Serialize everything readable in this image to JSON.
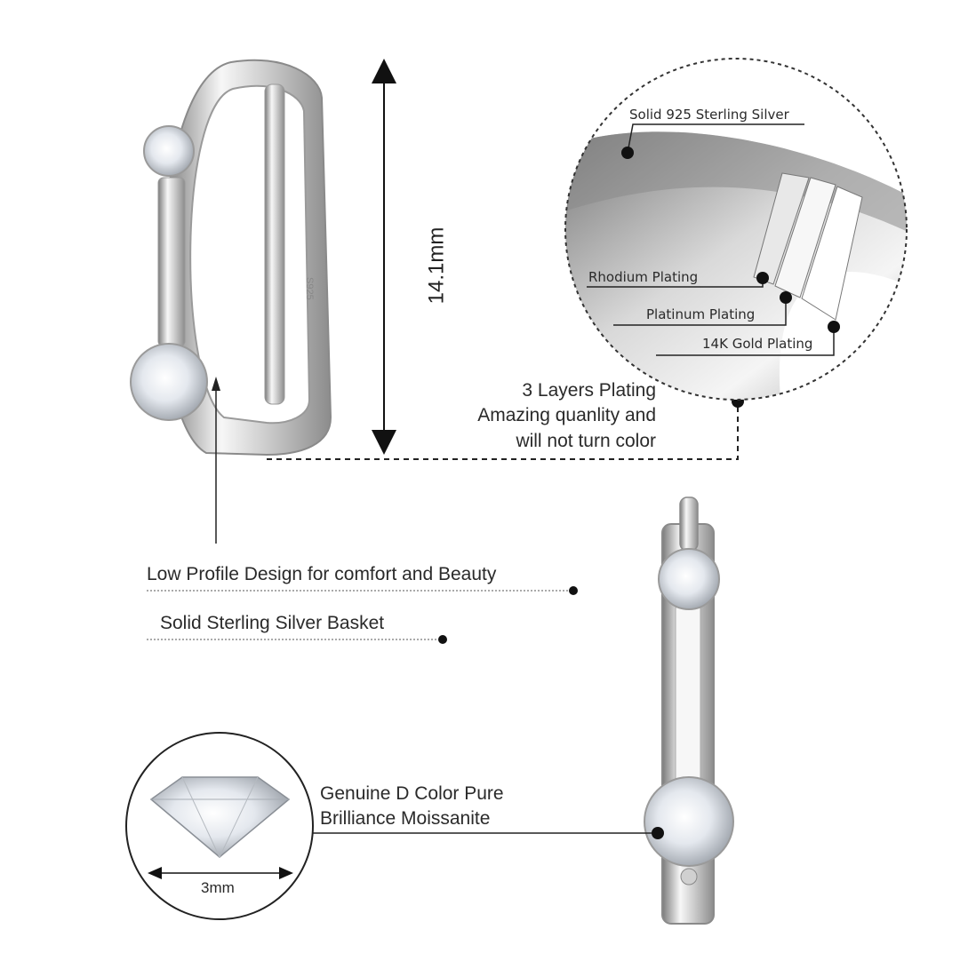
{
  "dimension": {
    "height_label": "14.1mm",
    "stone_size_label": "3mm"
  },
  "stamp": "S925",
  "plating": {
    "base_label": "Solid 925 Sterling Silver",
    "layers": [
      "Rhodium Plating",
      "Platinum Plating",
      "14K Gold Plating"
    ],
    "summary_lines": [
      "3 Layers Plating",
      "Amazing quanlity and",
      "will not turn color"
    ]
  },
  "features": [
    "Low Profile Design for comfort and Beauty",
    "Solid Sterling Silver Basket"
  ],
  "stone": {
    "lines": [
      "Genuine D Color Pure",
      "Brilliance Moissanite"
    ]
  },
  "colors": {
    "silver_light": "#f2f2f2",
    "silver_mid": "#bdbdbd",
    "silver_dark": "#6f6f6f",
    "line": "#222222"
  },
  "icons": [
    "arrow-up-icon",
    "arrow-down-icon",
    "dot-marker-icon"
  ]
}
